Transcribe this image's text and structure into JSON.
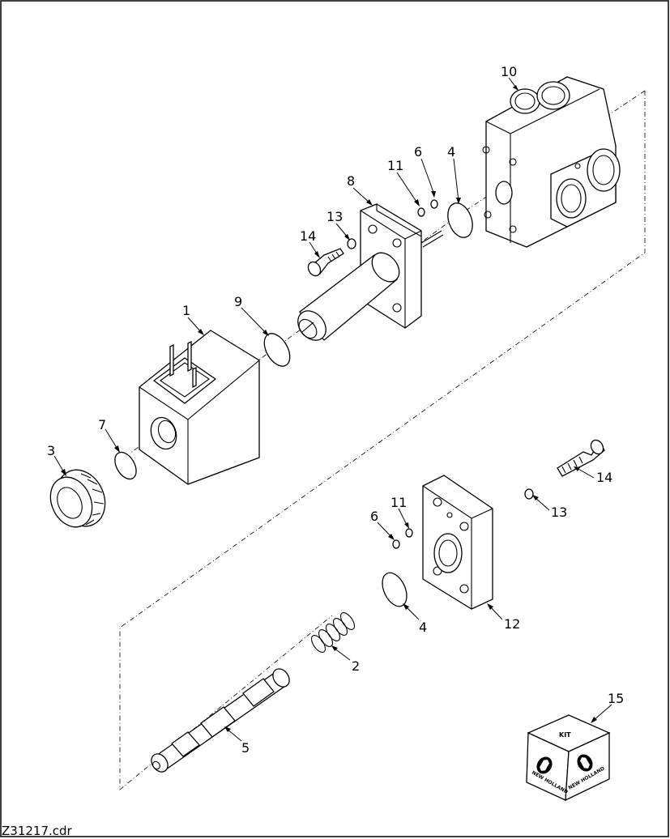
{
  "drawing": {
    "file_name": "Z31217.cdr",
    "kit_label": "KIT",
    "brand_label": "NEW HOLLAND",
    "callouts": {
      "c1": "1",
      "c2": "2",
      "c3": "3",
      "c4a": "4",
      "c4b": "4",
      "c5": "5",
      "c6a": "6",
      "c6b": "6",
      "c7": "7",
      "c8": "8",
      "c9": "9",
      "c10": "10",
      "c11a": "11",
      "c11b": "11",
      "c12": "12",
      "c13a": "13",
      "c13b": "13",
      "c14a": "14",
      "c14b": "14",
      "c15": "15"
    }
  }
}
